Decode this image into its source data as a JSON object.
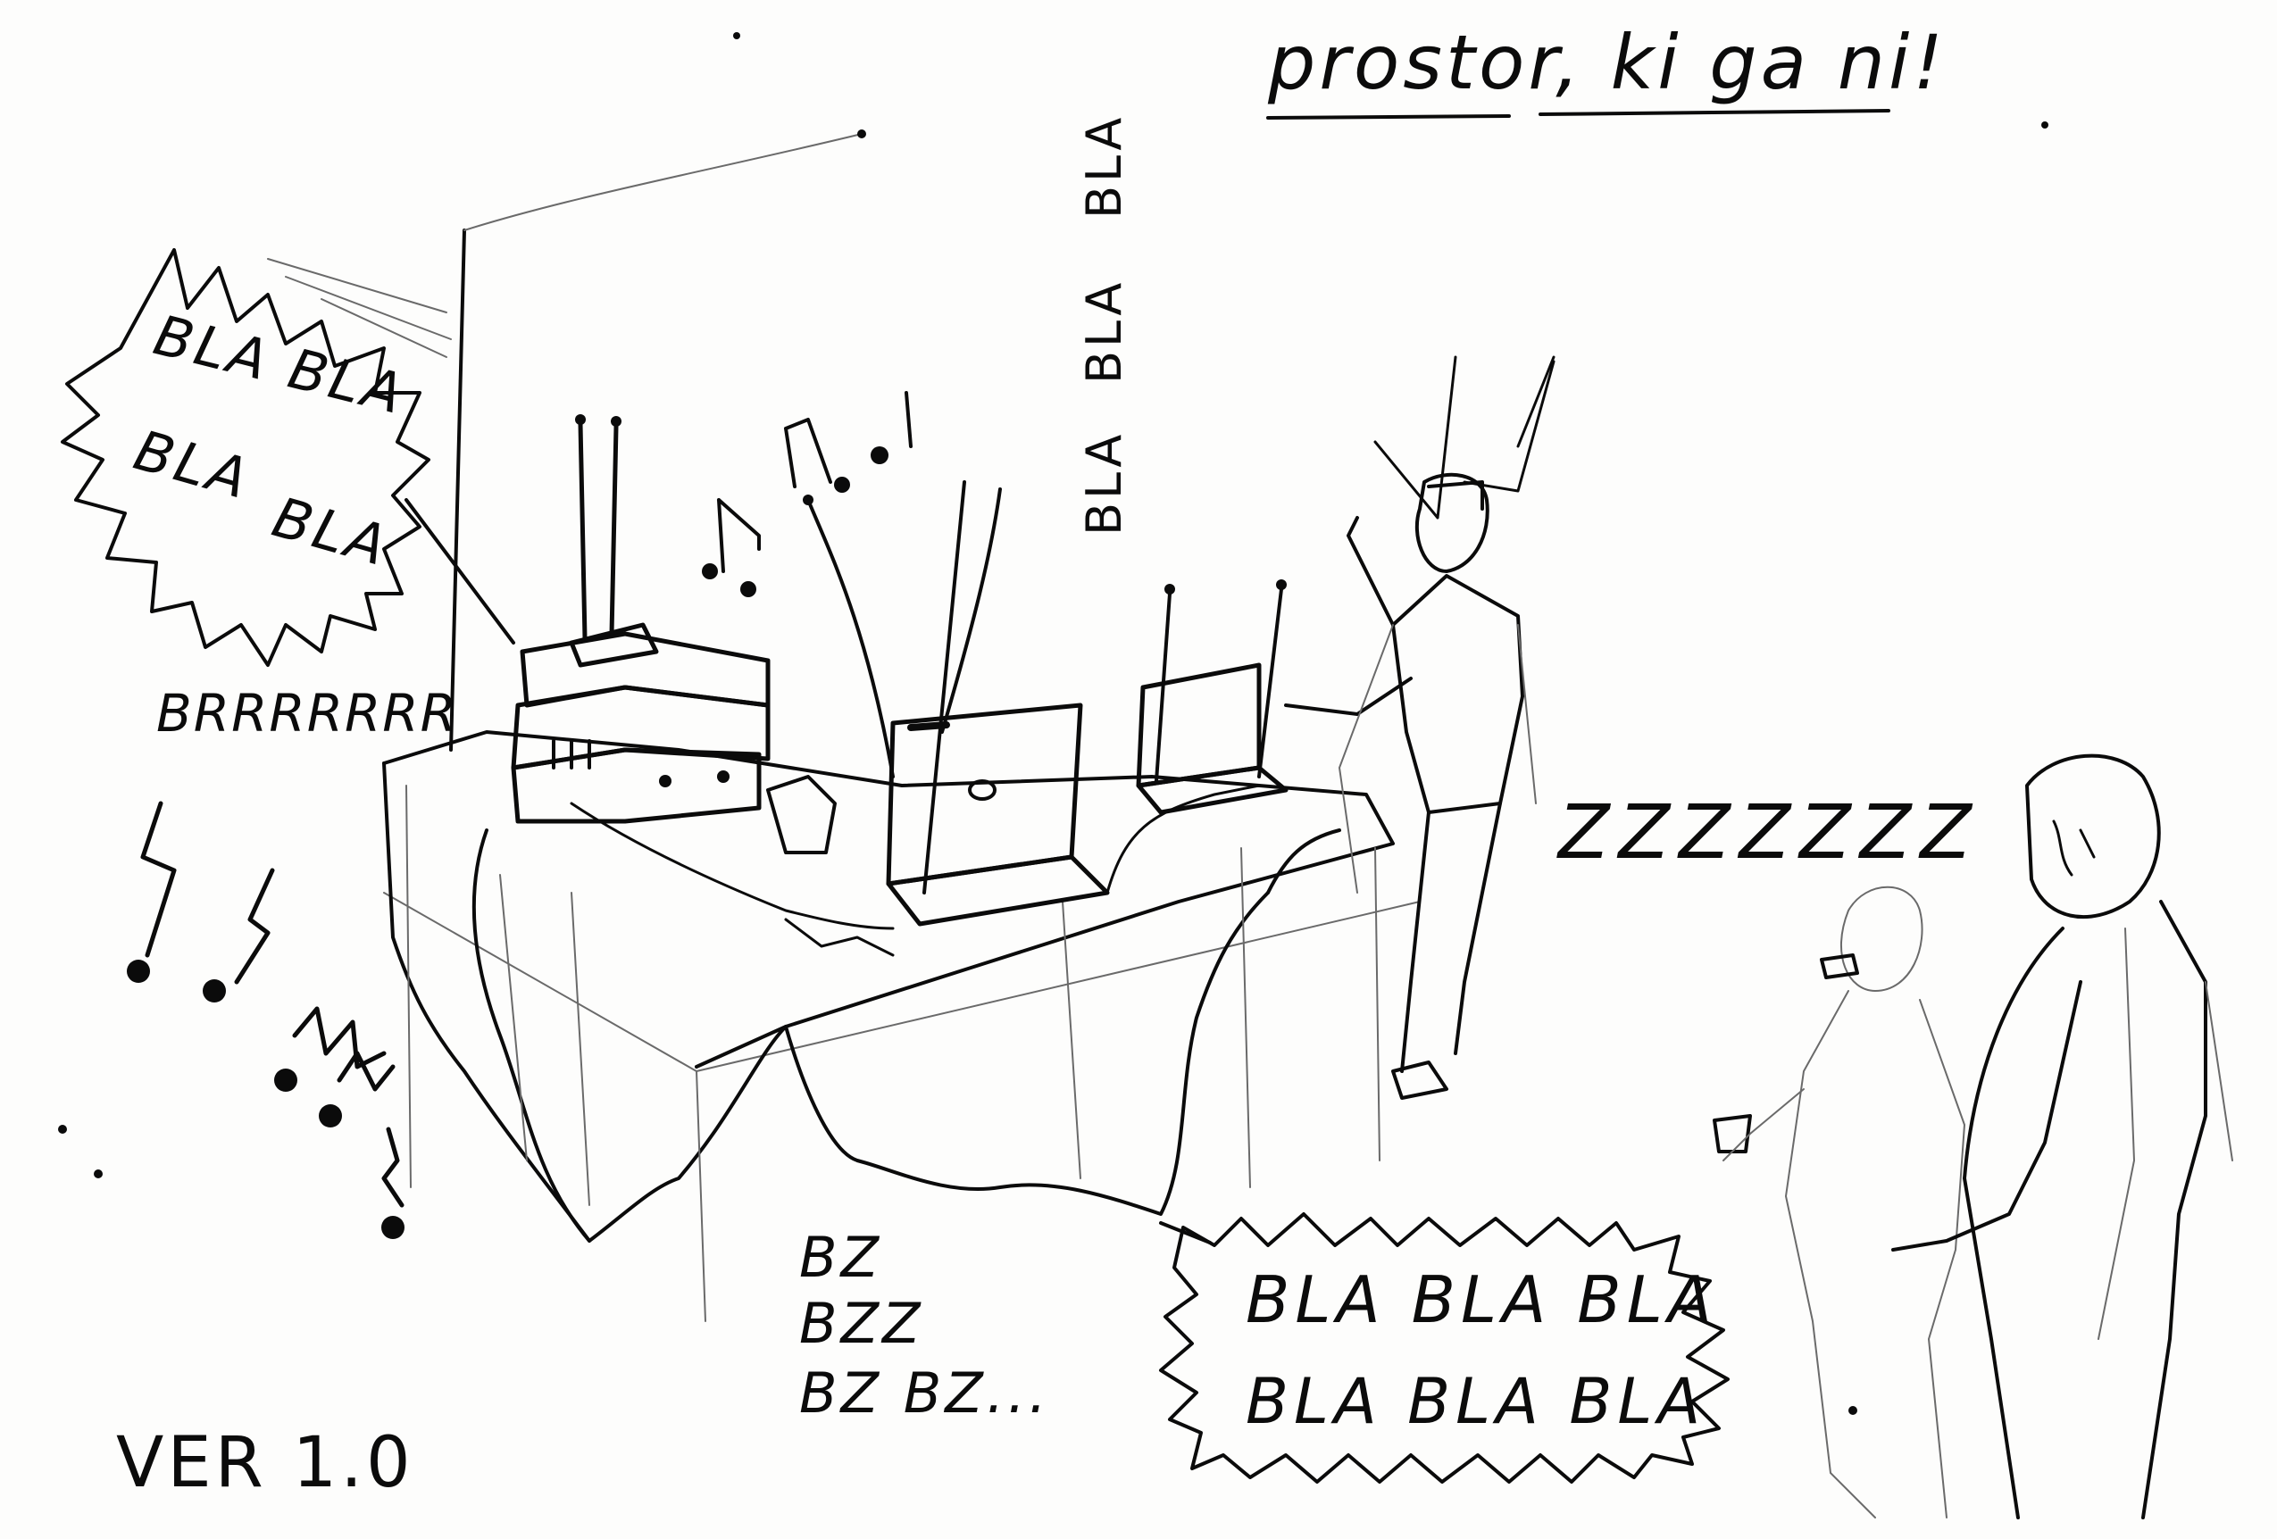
{
  "title": "prostor, ki ga ni!",
  "bubble_left": [
    "BLA BLA",
    "BLA",
    "BLA"
  ],
  "noise_left": "BRRRRRRR",
  "vertical_bla": [
    "BLA",
    "BLA",
    "BLA"
  ],
  "snore": "ZZZZZZZ",
  "buzz": [
    "BZ",
    "BZZ",
    "BZ BZ..."
  ],
  "bubble_bottom": [
    "BLA BLA BLA",
    "BLA BLA BLA"
  ],
  "version": "VER 1.0"
}
